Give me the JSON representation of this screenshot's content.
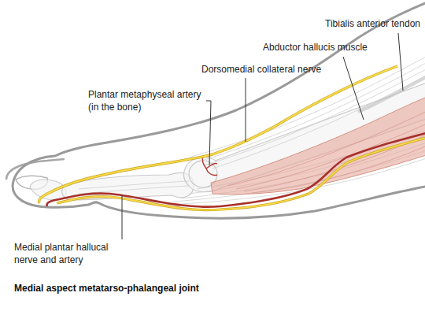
{
  "diagram": {
    "caption": "Medial aspect metatarso-phalangeal joint",
    "labels": [
      "Tibialis anterior tendon",
      "Abductor hallucis muscle",
      "Dorsomedial collateral nerve",
      "Plantar metaphyseal artery (in the bone)",
      "Medial plantar hallucal nerve and artery"
    ]
  }
}
